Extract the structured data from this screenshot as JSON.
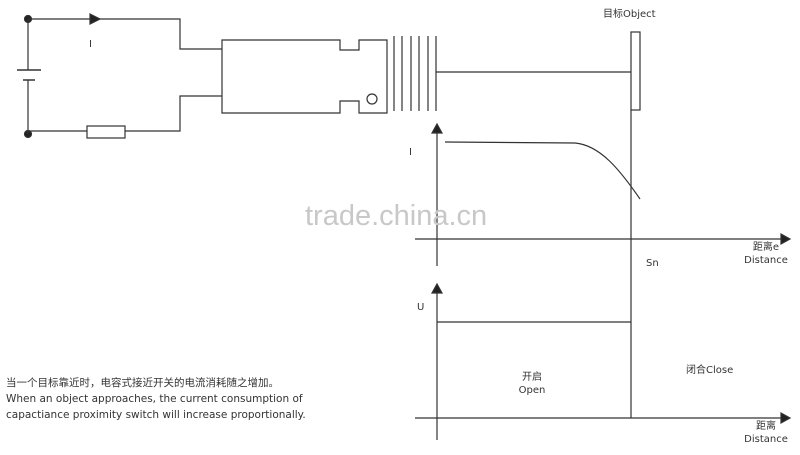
{
  "circuit": {
    "current_label": "I"
  },
  "object_label": "目标Object",
  "graph_current": {
    "y_label": "I",
    "x_label_cn": "距离e",
    "x_label_en": "Distance",
    "threshold_label": "Sn"
  },
  "graph_voltage": {
    "y_label": "U",
    "open_cn": "开启",
    "open_en": "Open",
    "close_label": "闭合Close",
    "x_label_cn": "距离",
    "x_label_en": "Distance"
  },
  "watermark": "trade.china.cn",
  "description": {
    "cn": "当一个目标靠近时，电容式接近开关的电流消耗随之增加。",
    "en_line1": "When an object approaches, the current consumption of",
    "en_line2": "capactiance proximity switch will increase proportionally."
  },
  "colors": {
    "line": "#333333",
    "watermark": "#c8c8c8"
  }
}
